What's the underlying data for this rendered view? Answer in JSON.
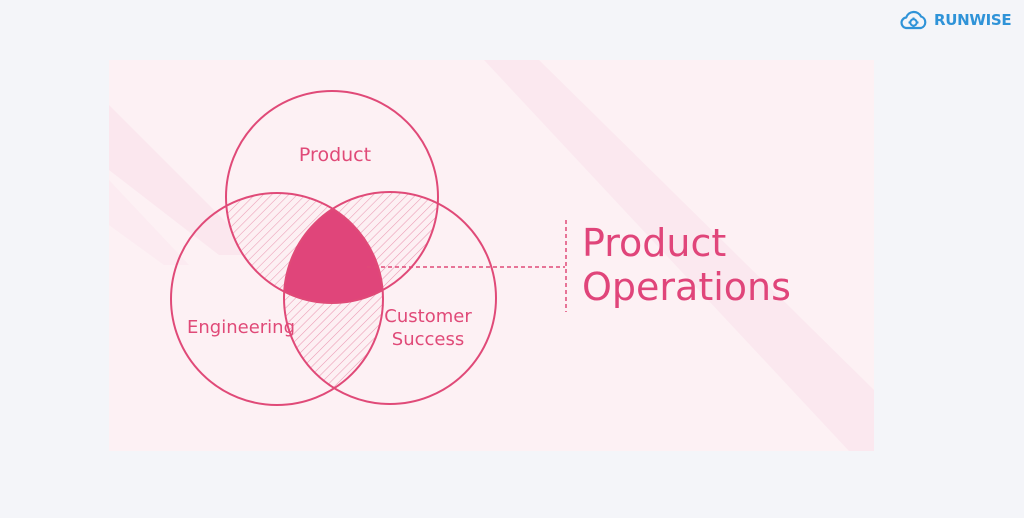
{
  "brand": {
    "name": "RUNWISE",
    "logo_icon": "cloud-gear-icon",
    "color": "#2f93d8"
  },
  "diagram": {
    "circles": [
      {
        "id": "product",
        "label": "Product"
      },
      {
        "id": "engineering",
        "label": "Engineering"
      },
      {
        "id": "customer-success",
        "label_lines": [
          "Customer",
          "Success"
        ]
      }
    ],
    "result": {
      "title_lines": [
        "Product",
        "Operations"
      ]
    },
    "colors": {
      "accent": "#e0457a",
      "panel_background": "#fdf1f4",
      "page_background": "#f4f5f9"
    }
  }
}
